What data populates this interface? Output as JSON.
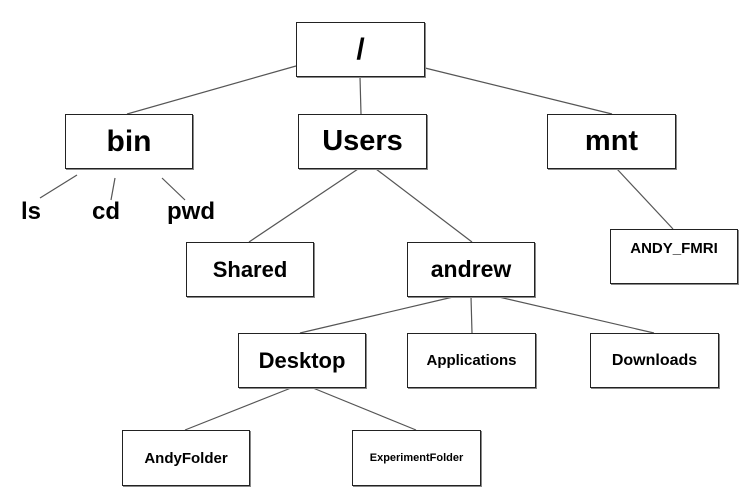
{
  "tree": {
    "root": "/",
    "bin": "bin",
    "users": "Users",
    "mnt": "mnt",
    "ls": "ls",
    "cd": "cd",
    "pwd": "pwd",
    "shared": "Shared",
    "andrew": "andrew",
    "andy_fmri": "ANDY_FMRI",
    "desktop": "Desktop",
    "applications": "Applications",
    "downloads": "Downloads",
    "andyfolder": "AndyFolder",
    "experimentfolder": "ExperimentFolder"
  }
}
